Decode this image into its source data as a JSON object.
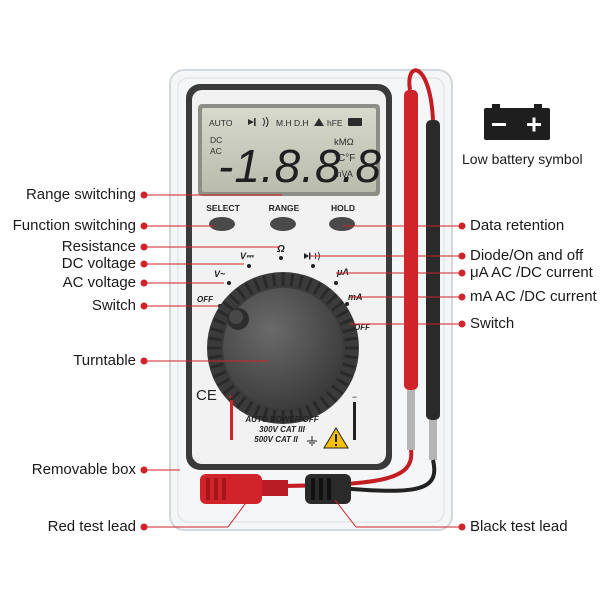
{
  "lcd": {
    "auto": "AUTO",
    "mh": "M.H",
    "dh": "D.H",
    "hfe": "hFE",
    "dc": "DC",
    "ac": "AC",
    "digits": "-1.8.8.8",
    "kmohm": "kMΩ",
    "temp": "°C°F",
    "mva": "mVA"
  },
  "buttons": {
    "select": "SELECT",
    "range": "RANGE",
    "hold": "HOLD"
  },
  "dial": {
    "v_dc": "V⎓",
    "v_ac": "V~",
    "off_left": "OFF",
    "ohm": "Ω",
    "ua": "μA",
    "ma": "mA",
    "off_right": "OFF"
  },
  "panel": {
    "ce": "CE",
    "auto_power_off": "AUTO POWER OFF",
    "cat3": "300V CAT III",
    "cat2": "500V CAT II"
  },
  "battery_caption": "Low battery symbol",
  "callouts": {
    "range_switching": "Range switching",
    "function_switching": "Function switching",
    "resistance": "Resistance",
    "dc_voltage": "DC voltage",
    "ac_voltage": "AC voltage",
    "switch_left": "Switch",
    "turntable": "Turntable",
    "removable_box": "Removable box",
    "red_test_lead": "Red test lead",
    "data_retention": "Data retention",
    "diode": "Diode/On and off",
    "ua_current": "μA AC /DC current",
    "ma_current": "mA AC /DC current",
    "switch_right": "Switch",
    "black_test_lead": "Black test lead"
  },
  "colors": {
    "accent_red": "#d0232a",
    "casing": "#2b2b2b",
    "lcd_bg": "#c9ccbd"
  }
}
